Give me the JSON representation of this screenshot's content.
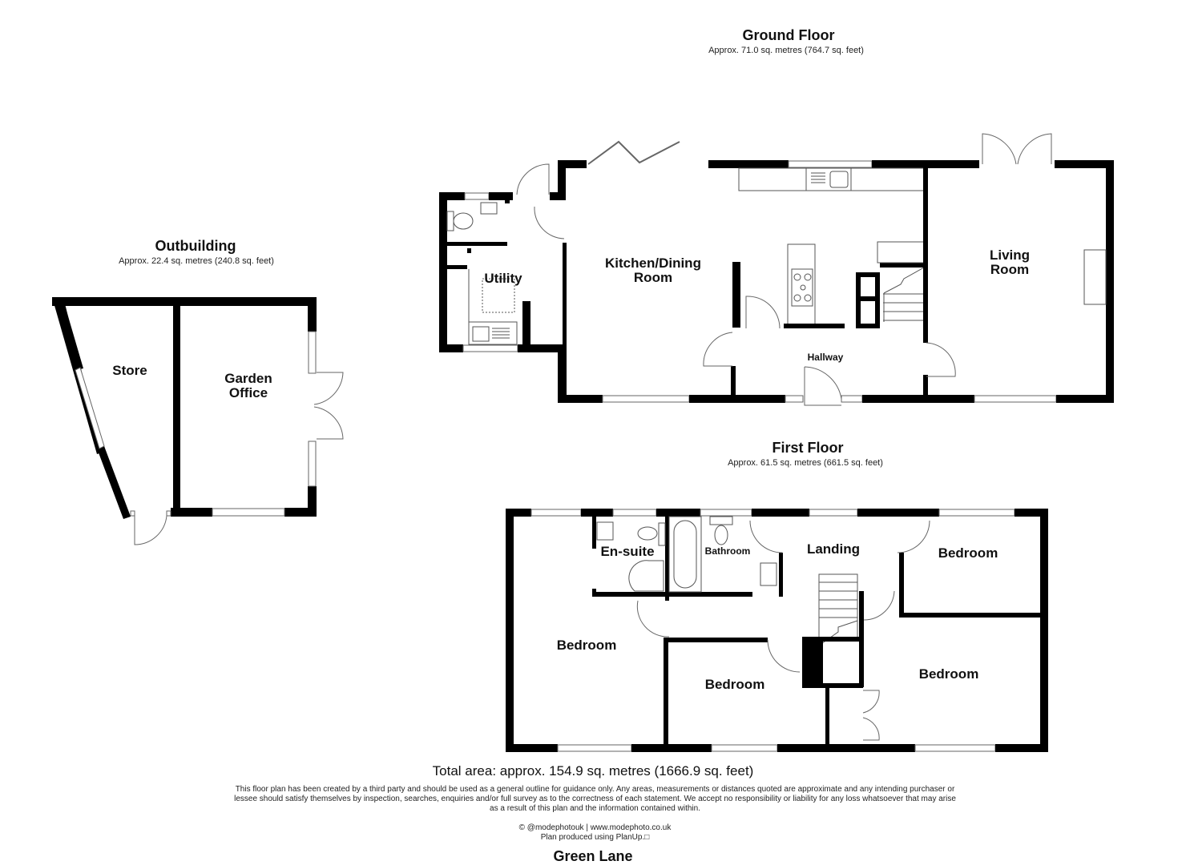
{
  "floors": {
    "ground": {
      "title": "Ground Floor",
      "area": "Approx. 71.0 sq. metres (764.7 sq. feet)"
    },
    "outbuilding": {
      "title": "Outbuilding",
      "area": "Approx. 22.4 sq. metres (240.8 sq. feet)"
    },
    "first": {
      "title": "First Floor",
      "area": "Approx. 61.5 sq. metres (661.5 sq. feet)"
    }
  },
  "rooms": {
    "utility": "Utility",
    "kitchen_line1": "Kitchen/Dining",
    "kitchen_line2": "Room",
    "hallway": "Hallway",
    "living_line1": "Living",
    "living_line2": "Room",
    "store": "Store",
    "garden_line1": "Garden",
    "garden_line2": "Office",
    "ensuite": "En-suite",
    "bathroom": "Bathroom",
    "landing": "Landing",
    "bedroom_top_right": "Bedroom",
    "bedroom_left": "Bedroom",
    "bedroom_middle": "Bedroom",
    "bedroom_right": "Bedroom"
  },
  "footer": {
    "total_area": "Total area: approx. 154.9 sq. metres (1666.9 sq. feet)",
    "disclaimer_1": "This floor plan has been created by a third party and should be used as a general outline for guidance only. Any areas, measurements or distances quoted are approximate and any intending purchaser or",
    "disclaimer_2": "lessee should satisfy themselves by inspection, searches, enquiries and/or full survey as to the correctness of each statement. We accept no responsibility or liability for any loss whatsoever that may arise",
    "disclaimer_3": "as a result of this plan and the information contained within.",
    "credit_1": "© @modephotouk | www.modephoto.co.uk",
    "credit_2": "Plan produced using PlanUp.□",
    "street_name": "Green Lane"
  },
  "colors": {
    "wall": "#000000",
    "fixture_line": "#555555",
    "background": "#ffffff"
  }
}
